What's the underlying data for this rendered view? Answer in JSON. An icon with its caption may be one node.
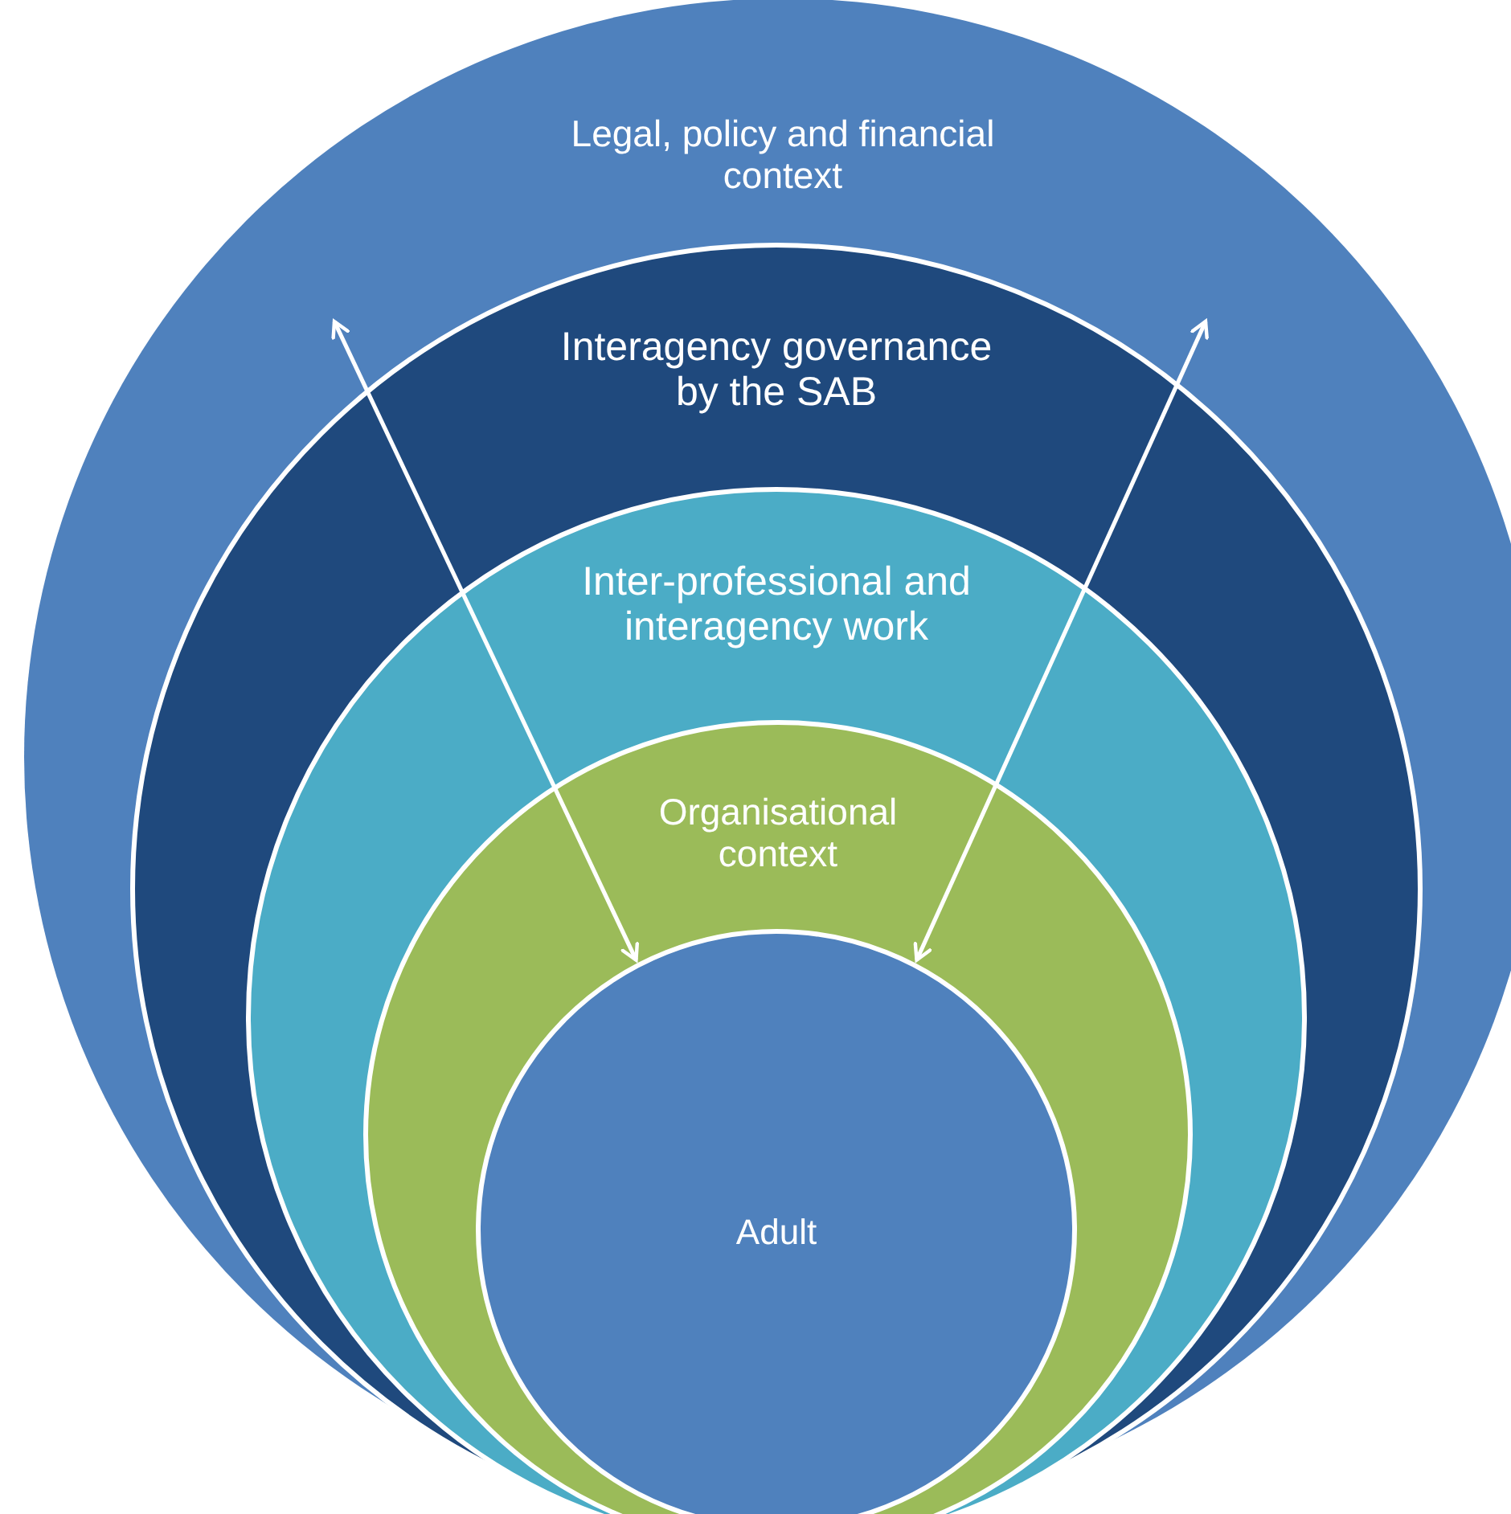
{
  "diagram": {
    "nodes": [
      {
        "text": [
          "Legal, policy and financial context"
        ]
      },
      {
        "text": [
          "Interagency governance by the SAB"
        ],
        "in": 0
      },
      {
        "text": [
          "Inter-professional and interagency work"
        ],
        "in": 1
      },
      {
        "text": [
          "Organisational context"
        ],
        "in": 2
      },
      {
        "text": [
          "Adult"
        ],
        "in": 3
      }
    ],
    "edges": [
      {
        "from": null,
        "to": 4,
        "arrow": "both"
      },
      {
        "from": null,
        "to": 4,
        "arrow": "both"
      }
    ]
  }
}
